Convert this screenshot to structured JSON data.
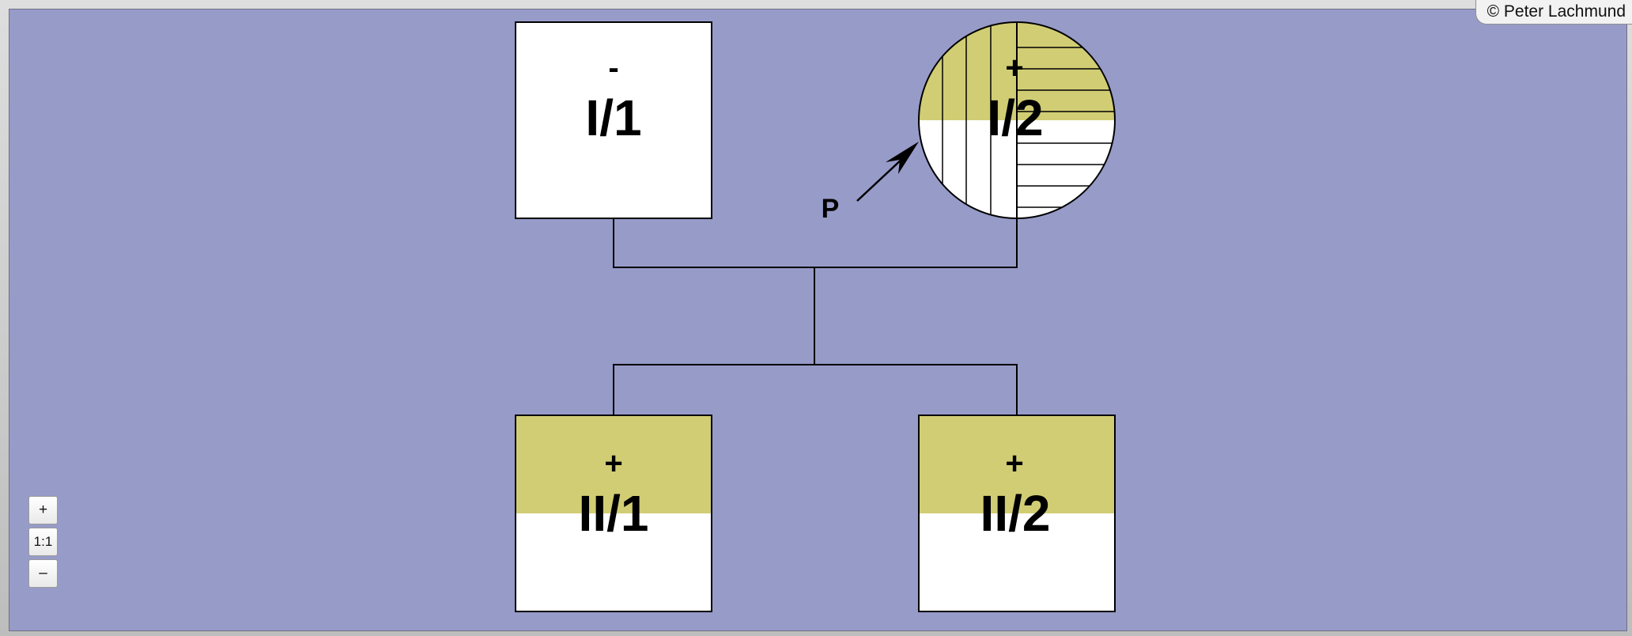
{
  "copyright": "© Peter Lachmund",
  "zoom_controls": {
    "zoom_in": "+",
    "reset": "1:1",
    "zoom_out": "–"
  },
  "colors": {
    "background": "#979bc8",
    "affected_fill": "#d1cd74",
    "unaffected_fill": "#ffffff",
    "line": "#000000"
  },
  "proband_marker": "P",
  "individuals": [
    {
      "id": "I/1",
      "sign": "-",
      "sex": "male",
      "shading": "none"
    },
    {
      "id": "I/2",
      "sign": "+",
      "sex": "female",
      "shading": "upper-half",
      "proband": true,
      "hatching": "left-vertical, right-horizontal"
    },
    {
      "id": "II/1",
      "sign": "+",
      "sex": "male",
      "shading": "upper-half"
    },
    {
      "id": "II/2",
      "sign": "+",
      "sex": "male",
      "shading": "upper-half"
    }
  ]
}
